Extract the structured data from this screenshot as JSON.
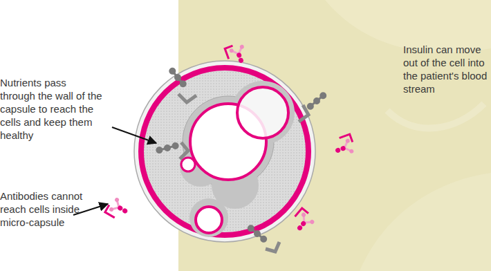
{
  "diagram": {
    "labels": [
      "Insulin can move out of the cell into the patient's blood stream",
      "Nutrients pass through the wall of the capsule to reach the cells and keep them healthy",
      "Antibodies cannot reach cells inside micro-capsule"
    ]
  }
}
